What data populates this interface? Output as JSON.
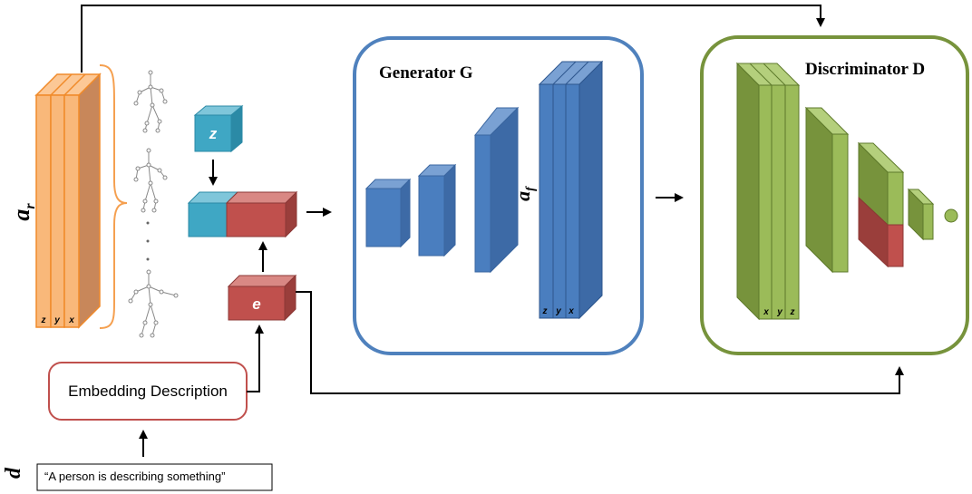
{
  "labels": {
    "ar_base": "a",
    "ar_sub": "r",
    "af_base": "a",
    "af_sub": "f",
    "d": "d",
    "z": "z",
    "e": "e",
    "ar_axes": [
      "z",
      "y",
      "x"
    ],
    "af_axes": [
      "z",
      "y",
      "x"
    ],
    "disc_axes": [
      "x",
      "y",
      "z"
    ]
  },
  "generator": {
    "title": "Generator G"
  },
  "discriminator": {
    "title": "Discriminator D"
  },
  "embedding": {
    "label": "Embedding Description"
  },
  "description": {
    "text": "“A person is describing something”"
  },
  "colors": {
    "orange": "#f9b87a",
    "orange_stroke": "#f08a2a",
    "teal": "#3fa7c4",
    "red": "#c0504d",
    "blue": "#4a7ebf",
    "blue_frame": "#4f81bd",
    "green": "#9bbb59",
    "green_frame": "#77933c",
    "embed_border": "#c0504d"
  }
}
